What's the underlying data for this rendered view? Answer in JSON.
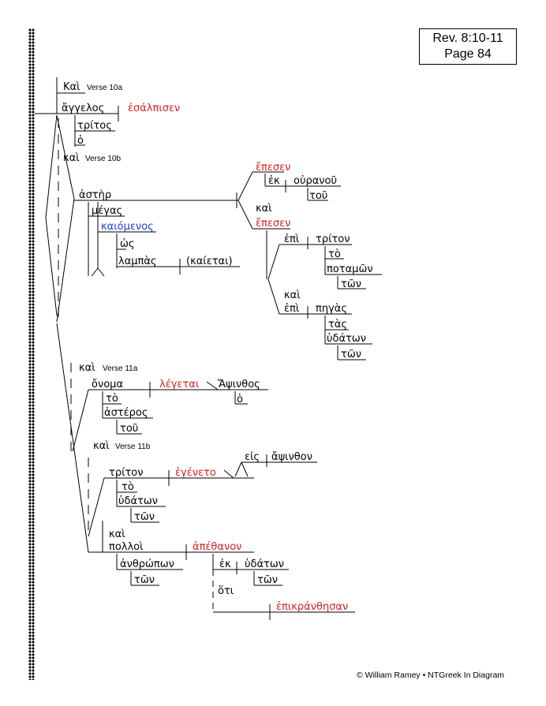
{
  "reference": {
    "line1": "Rev. 8:10-11",
    "line2": "Page 84"
  },
  "footer": "© William Ramey • NTGreek In Diagram",
  "colors": {
    "ink": "#000000",
    "verb": "#d42020",
    "participle": "#1a3fd6"
  },
  "words": {
    "kai_10a": "Καὶ",
    "verse_10a": "Verse 10a",
    "angelos": "ἄγγελος",
    "esalpisen": "ἐσάλπισεν",
    "tritos": "τρίτος",
    "ho_1": "ὁ",
    "kai_10b": "καὶ",
    "verse_10b": "Verse 10b",
    "aster": "ἀστὴρ",
    "megas": "μέγας",
    "kaiomenos": "καιόμενος",
    "hos": "ὡς",
    "lampas": "λαμπὰς",
    "kaietai": "(καίεται)",
    "epesen_1": "ἔπεσεν",
    "ek_1": "ἐκ",
    "ouranou": "οὐρανοῦ",
    "tou_1": "τοῦ",
    "kai_mid": "καὶ",
    "epesen_2": "ἔπεσεν",
    "epi_1": "ἐπὶ",
    "triton_1": "τρίτον",
    "to_1": "τὸ",
    "potamon": "ποταμῶν",
    "ton_1": "τῶν",
    "kai_mid2": "καὶ",
    "epi_2": "ἐπὶ",
    "pegas": "πηγὰς",
    "tas": "τὰς",
    "hydaton_1": "ὑδάτων",
    "ton_2": "τῶν",
    "kai_11a": "καὶ",
    "verse_11a": "Verse 11a",
    "onoma": "ὄνομα",
    "legetai": "λέγεται",
    "apsinthos": "Ἄψινθος",
    "ho_2": "ὁ",
    "to_2": "τὸ",
    "asteros": "ἀστέρος",
    "tou_2": "τοῦ",
    "kai_11b": "καὶ",
    "verse_11b": "Verse 11b",
    "triton_2": "τρίτον",
    "egeneto": "ἐγένετο",
    "eis": "εἰς",
    "apsinthon": "ἄψινθον",
    "to_3": "τὸ",
    "hydaton_2": "ὑδάτων",
    "ton_3": "τῶν",
    "kai_lower": "καὶ",
    "polloi": "πολλοὶ",
    "apethanon": "ἀπέθανον",
    "anthropon": "ἀνθρώπων",
    "ton_4": "τῶν",
    "ek_2": "ἐκ",
    "hydaton_3": "ὑδάτων",
    "ton_5": "τῶν",
    "hoti": "ὅτι",
    "epikranthesan": "ἐπικράνθησαν"
  }
}
